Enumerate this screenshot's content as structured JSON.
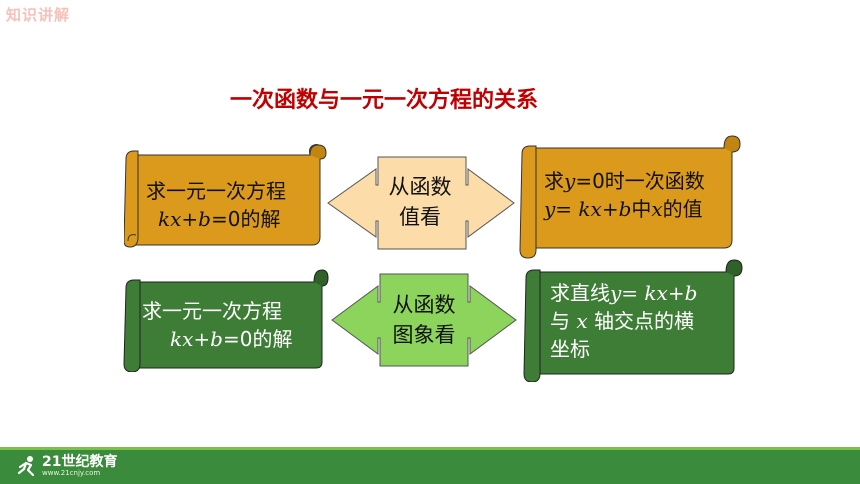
{
  "header": {
    "tag": "知识讲解"
  },
  "title": "一次函数与一元一次方程的关系",
  "rows": [
    {
      "left": {
        "line1": "求一元一次方程",
        "line2_math": "kx+b",
        "line2_eq": "=0",
        "line2_rest": "的解"
      },
      "arrow": {
        "line1": "从函数",
        "line2": "值看"
      },
      "right": {
        "l1_pre": "求",
        "l1_math": "y",
        "l1_mid": "=0时一次函数",
        "l2_math1": "y= kx+b",
        "l2_mid": "中",
        "l2_math2": "x",
        "l2_rest": "的值"
      }
    },
    {
      "left": {
        "line1": "求一元一次方程",
        "line2_math": "kx+b",
        "line2_eq": "=0",
        "line2_rest": "的解"
      },
      "arrow": {
        "line1": "从函数",
        "line2": "图象看"
      },
      "right": {
        "l1_pre": "求直线",
        "l1_math": "y= kx+b",
        "l2_pre": "与 ",
        "l2_math": "x",
        "l2_rest": " 轴交点的横",
        "l3": "坐标"
      }
    }
  ],
  "footer": {
    "logo_text": "21世纪教育",
    "logo_sub": "www.21cnjy.com"
  },
  "colors": {
    "orange": "#dc9a1c",
    "green": "#3e7d36",
    "arrow_fill": "#fcdca8",
    "arrow_green": "#8cd45c",
    "title": "#c00000",
    "footer": "#3a8b3c"
  }
}
